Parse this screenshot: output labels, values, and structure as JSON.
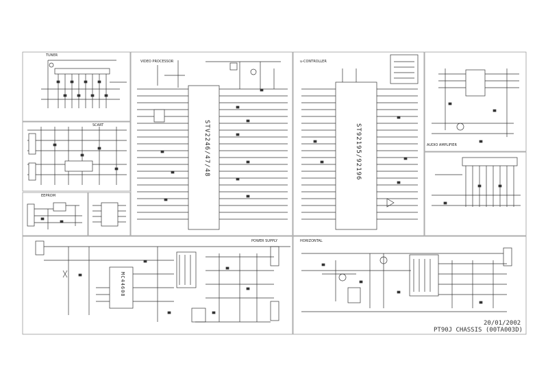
{
  "sections": {
    "tuner": "TUNER",
    "scart": "SCART",
    "eeprom": "EEPROM",
    "video_processor": "VIDEO PROCESSOR",
    "u_controller": "u-CONTROLLER",
    "audio_amplifier": "AUDIO AMPLIFIER",
    "power_supply": "POWER SUPPLY",
    "horizontal": "HORIZONTAL"
  },
  "chips": {
    "video_ic": "STV2246/47/48",
    "micro_ic": "ST92195/92196",
    "power_ic": "MC44608"
  },
  "footer": {
    "date": "20/01/2002",
    "chassis": "PT90J CHASSIS (00TA003D)"
  }
}
